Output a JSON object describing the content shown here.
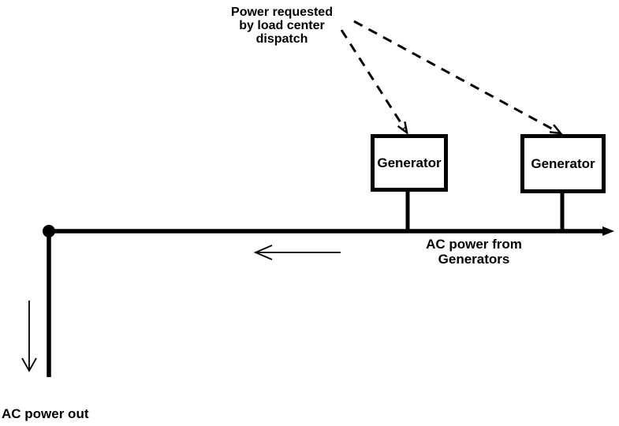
{
  "labels": {
    "dispatch_note_lines": [
      "Power requested",
      "by load center",
      "dispatch"
    ],
    "generators": [
      {
        "label": "Generator"
      },
      {
        "label": "Generator"
      }
    ],
    "bus_label_lines": [
      "AC power from",
      "Generators"
    ],
    "output_label": "AC power out"
  },
  "colors": {
    "line": "#000000",
    "text": "#000000",
    "background": "#ffffff"
  }
}
